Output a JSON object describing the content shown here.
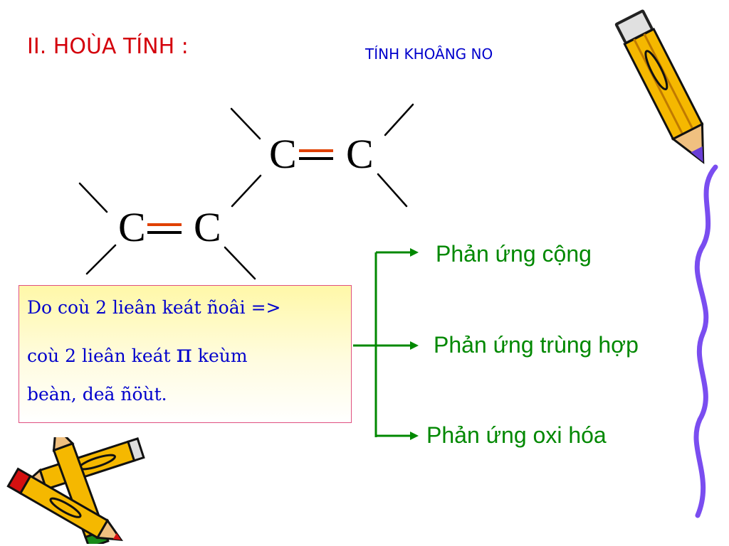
{
  "header": {
    "title": "II. HOÙA TÍNH :",
    "subtitle": "TÍNH KHOÂNG NO"
  },
  "molecule": {
    "atoms": [
      "C",
      "C",
      "C",
      "C"
    ]
  },
  "note": {
    "line1": "Do coù 2 lieân keát ñoâi =>",
    "line2_before": "coù 2 lieân keát ",
    "pi_symbol": "π",
    "line2_after": " keùm",
    "line3": "beàn, deã ñöùt."
  },
  "reactions": [
    {
      "label": "Phản ứng cộng"
    },
    {
      "label": "Phản ứng trùng hợp"
    },
    {
      "label": "Phản ứng oxi hóa"
    }
  ],
  "colors": {
    "title": "#d4000c",
    "subtitle": "#0000cc",
    "note_text": "#0000cc",
    "reaction_text": "#008800",
    "arrow": "#008800",
    "pi_bond": "#e04000",
    "box_border": "#e05080"
  },
  "icons": [
    "pencil-icon",
    "crossed-pencils-icon",
    "wavy-line-decoration"
  ]
}
